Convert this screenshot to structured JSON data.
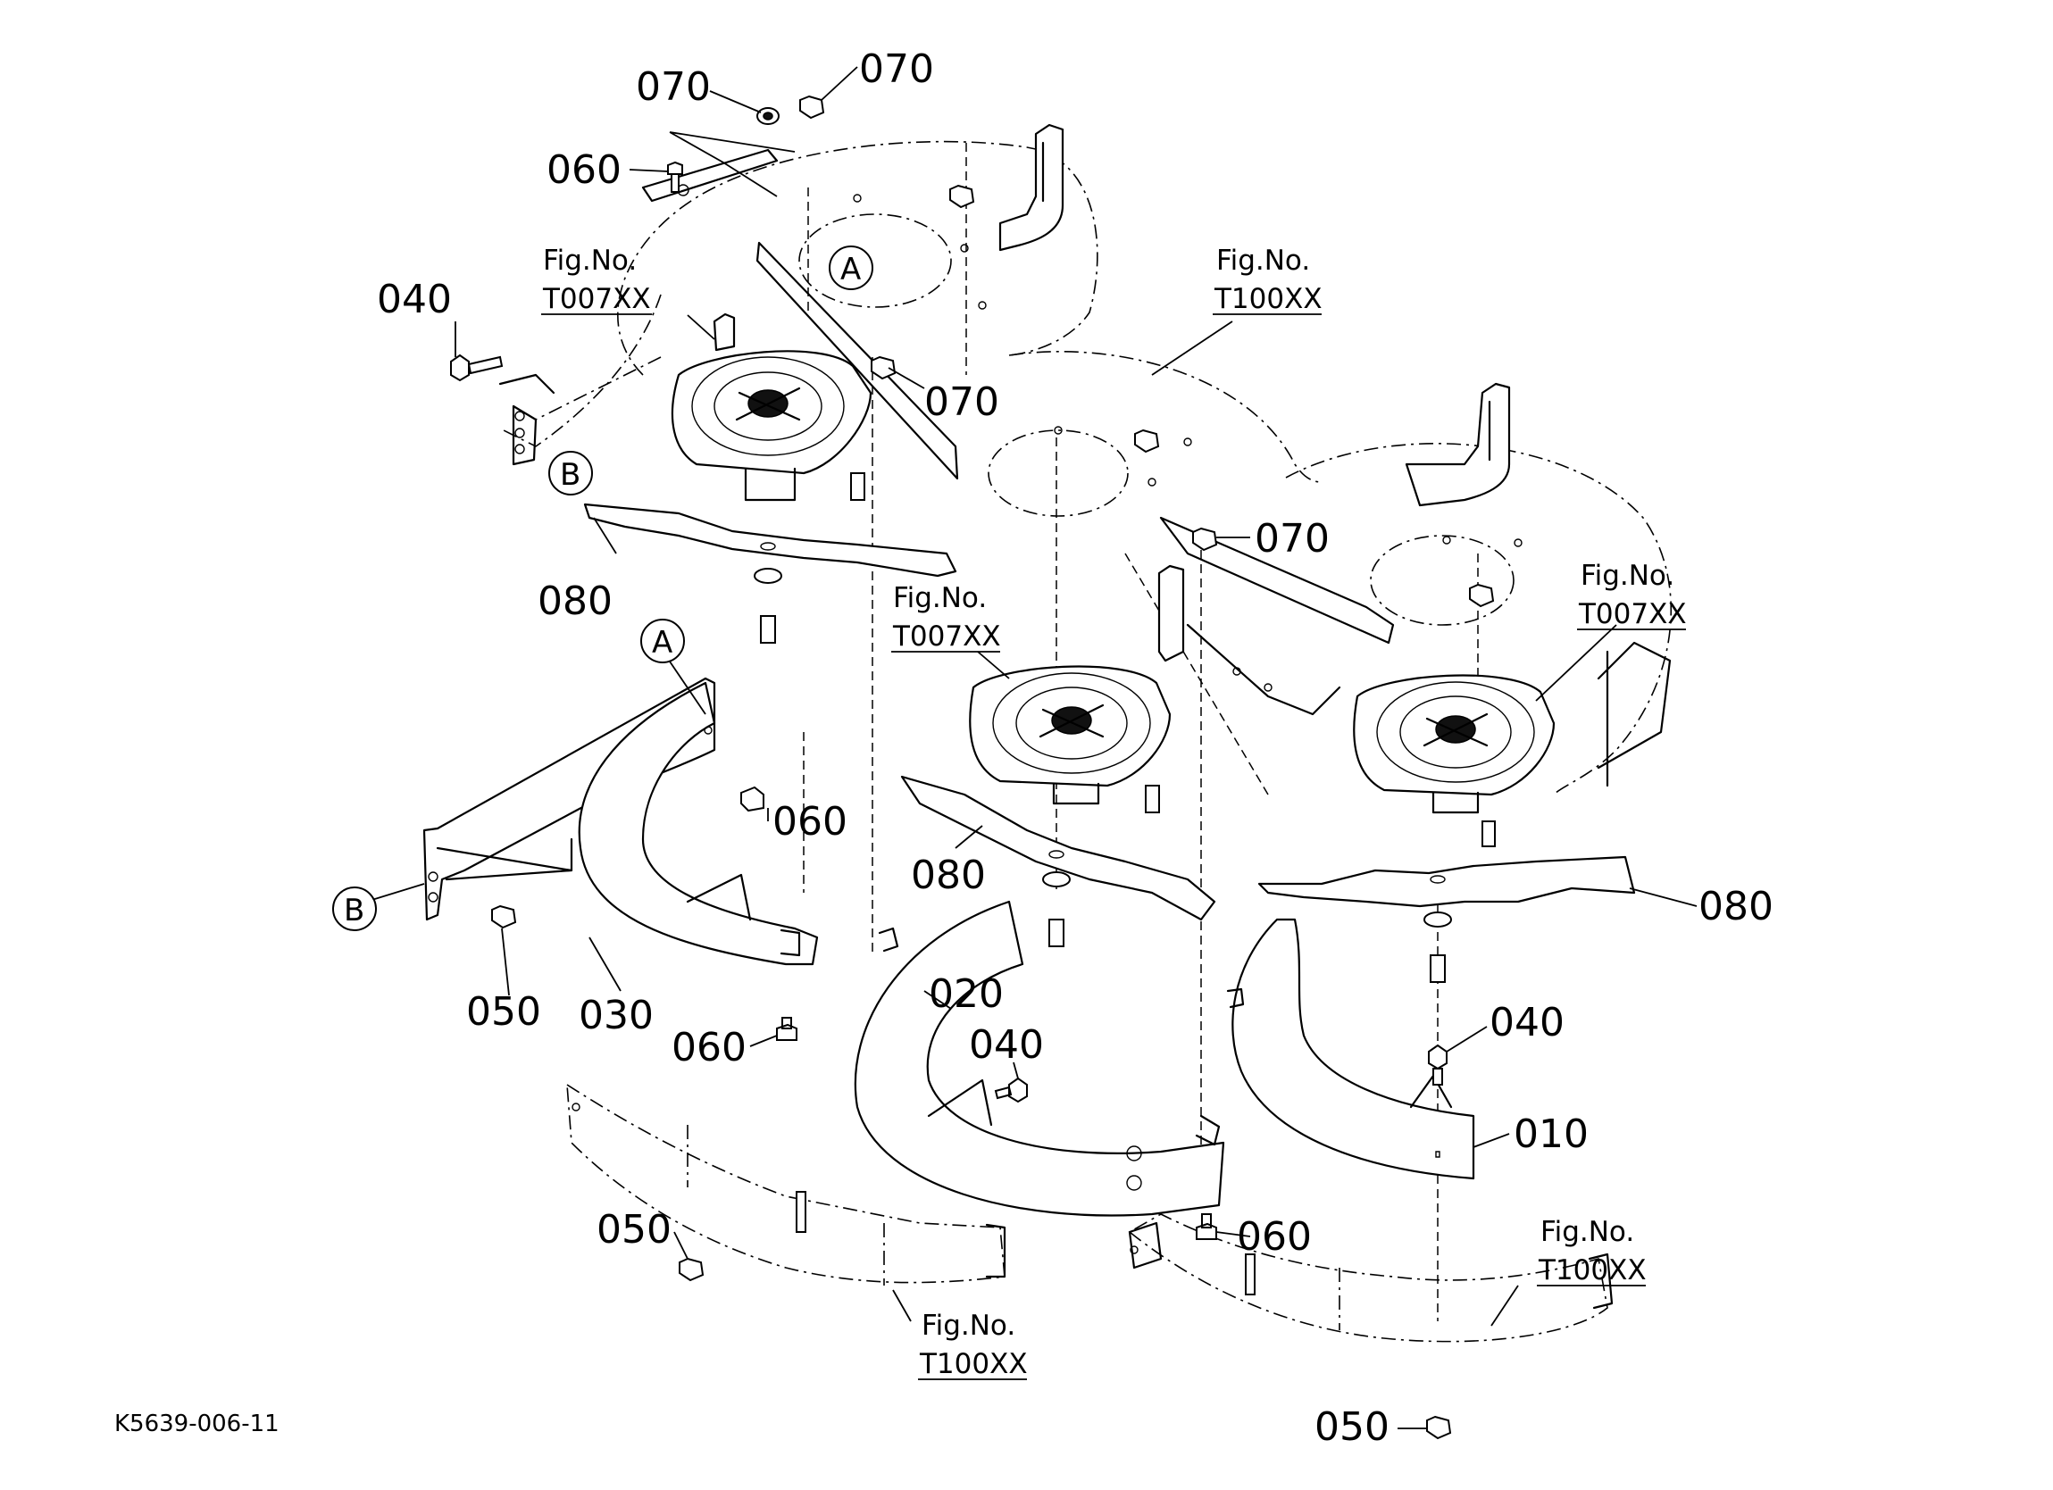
{
  "diagram_code": "K5639-006-11",
  "figure_refs": {
    "fig_no_label": "Fig.No.",
    "deck_top": "T100XX",
    "spindle_left": "T007XX",
    "spindle_center": "T007XX",
    "spindle_right": "T007XX",
    "front_left": "T100XX",
    "front_right": "T100XX"
  },
  "detail_markers": {
    "a": "A",
    "b": "B"
  },
  "callouts": {
    "c070_top_left": "070",
    "c070_top_right": "070",
    "c070_mid": "070",
    "c070_right": "070",
    "c060_top": "060",
    "c060_chute": "060",
    "c060_bottom_left": "060",
    "c060_bottom_right": "060",
    "c040_top": "040",
    "c040_center": "040",
    "c040_right": "040",
    "c080_left": "080",
    "c080_center": "080",
    "c080_right": "080",
    "c050_chute": "050",
    "c050_front_left": "050",
    "c050_front_right": "050",
    "c030": "030",
    "c020": "020",
    "c010": "010"
  }
}
